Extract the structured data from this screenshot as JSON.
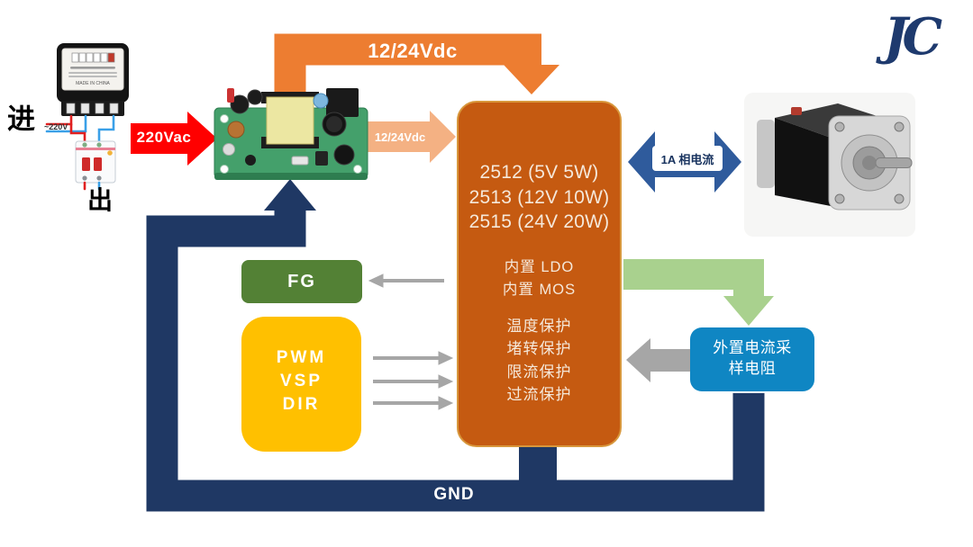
{
  "logo": {
    "text": "JC"
  },
  "mains": {
    "label_in": "进",
    "label_out": "出",
    "voltage": "~220V",
    "meter_made_in": "MADE IN CHINA"
  },
  "arrows": {
    "ac": "220Vac",
    "dc_loop": "12/24Vdc",
    "dc_direct": "12/24Vdc",
    "phase_current": "1A 相电流",
    "gnd": "GND"
  },
  "driver": {
    "models": [
      "2512 (5V 5W)",
      "2513 (12V 10W)",
      "2515 (24V 20W)"
    ],
    "features": [
      "内置 LDO",
      "内置 MOS"
    ],
    "protections": [
      "温度保护",
      "堵转保护",
      "限流保护",
      "过流保护"
    ]
  },
  "fg": {
    "label": "FG"
  },
  "control": {
    "signals": [
      "PWM",
      "VSP",
      "DIR"
    ]
  },
  "sense": {
    "line1": "外置电流采",
    "line2": "样电阻"
  },
  "colors": {
    "orange": "#ED7D31",
    "light_orange": "#F4B183",
    "dark_orange": "#C55A11",
    "gold": "#FFC000",
    "green": "#538135",
    "light_green": "#A9D18E",
    "gray": "#A6A6A6",
    "navy": "#1F3864",
    "steel_blue": "#2F5B9C",
    "azure": "#0F86C3",
    "red": "#FF0000"
  }
}
